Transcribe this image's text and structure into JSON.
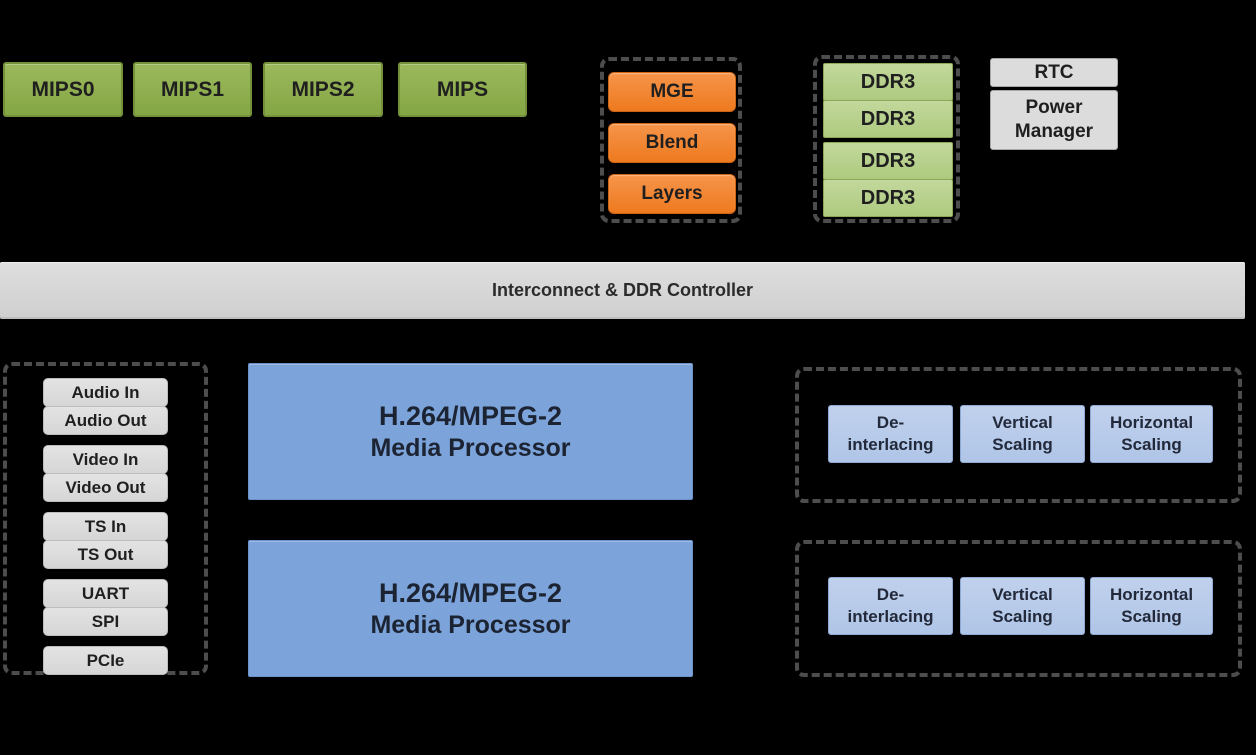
{
  "colors": {
    "background": "#000000",
    "cpu_green": "#8fb04e",
    "display_engine_orange": "#f07e27",
    "memory_green": "#b6cf8e",
    "system_gray": "#dcdcdc",
    "interconnect_gray": "#d5d5d5",
    "processor_blue": "#7ca4da",
    "pipeline_blue": "#b7cae9",
    "dashed_border_gray": "#4d4d4d"
  },
  "cpu": {
    "items": [
      "MIPS0",
      "MIPS1",
      "MIPS2",
      "MIPS"
    ]
  },
  "display_engine": {
    "items": [
      "MGE",
      "Blend",
      "Layers"
    ]
  },
  "memory": {
    "items": [
      "DDR3",
      "DDR3",
      "DDR3",
      "DDR3"
    ]
  },
  "system": {
    "rtc": "RTC",
    "power_manager": {
      "line1": "Power",
      "line2": "Manager"
    }
  },
  "interconnect": {
    "label": "Interconnect & DDR Controller"
  },
  "io": {
    "items": [
      "Audio In",
      "Audio Out",
      "Video In",
      "Video Out",
      "TS In",
      "TS Out",
      "UART",
      "SPI",
      "PCIe"
    ]
  },
  "processors": [
    {
      "line1": "H.264/MPEG-2",
      "line2": "Media Processor"
    },
    {
      "line1": "H.264/MPEG-2",
      "line2": "Media Processor"
    }
  ],
  "pipelines": [
    {
      "blocks": [
        {
          "line1": "De-",
          "line2": "interlacing"
        },
        {
          "line1": "Vertical",
          "line2": "Scaling"
        },
        {
          "line1": "Horizontal",
          "line2": "Scaling"
        }
      ]
    },
    {
      "blocks": [
        {
          "line1": "De-",
          "line2": "interlacing"
        },
        {
          "line1": "Vertical",
          "line2": "Scaling"
        },
        {
          "line1": "Horizontal",
          "line2": "Scaling"
        }
      ]
    }
  ]
}
